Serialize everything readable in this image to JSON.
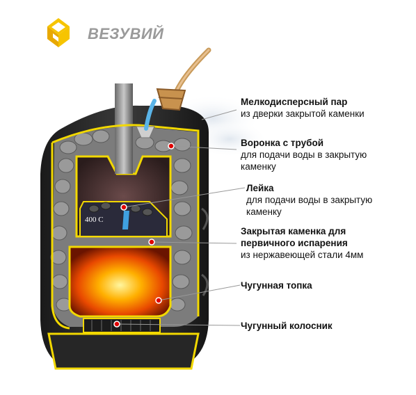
{
  "brand": {
    "name": "ВЕЗУВИЙ",
    "mark_colors": [
      "#f6c400",
      "#e8a800"
    ]
  },
  "temperature_label": "400 C",
  "callouts": [
    {
      "title": "Мелкодисперсный пар",
      "desc": "из дверки закрытой каменки"
    },
    {
      "title": "Воронка с трубой",
      "desc": "для подачи воды в закрытую каменку"
    },
    {
      "title": "Лейка",
      "desc": "для подачи воды в закрытую каменку"
    },
    {
      "title": "Закрытая каменка для первичного испарения",
      "desc": "из нержавеющей стали 4мм"
    },
    {
      "title": "Чугунная топка",
      "desc": ""
    },
    {
      "title": "Чугунный колосник",
      "desc": ""
    }
  ],
  "colors": {
    "stone": "#8e8e8e",
    "shell": "#222222",
    "outline": "#f2d800",
    "fire": "#ff8a00",
    "water": "#5ab4e8",
    "marker": "#e00000"
  }
}
